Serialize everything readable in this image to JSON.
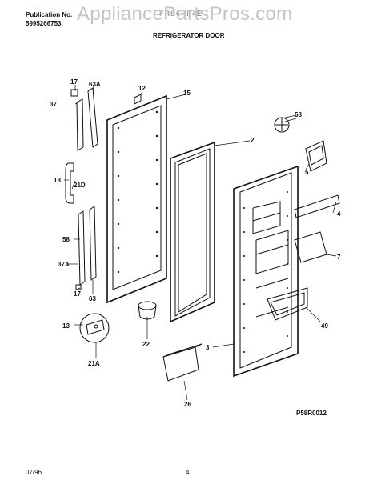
{
  "header": {
    "publication_label": "Publication No.",
    "publication_number": "5995266753",
    "model": "FRS6HF4E",
    "watermark": "AppliancePartsPros.com",
    "section_title": "REFRIGERATOR DOOR"
  },
  "parts": {
    "p17a": "17",
    "p63a": "63A",
    "p12": "12",
    "p15": "15",
    "p37": "37",
    "p58a": "58",
    "p2": "2",
    "p18": "18",
    "p21d": "21D",
    "p5": "5",
    "p4": "4",
    "p58b": "58",
    "p7": "7",
    "p37a": "37A",
    "p17b": "17",
    "p63": "63",
    "p49": "49",
    "p13": "13",
    "p22": "22",
    "p3": "3",
    "p21a": "21A",
    "p26": "26"
  },
  "footer": {
    "figure_code": "P58R0012",
    "date": "07/96",
    "page_number": "4"
  }
}
